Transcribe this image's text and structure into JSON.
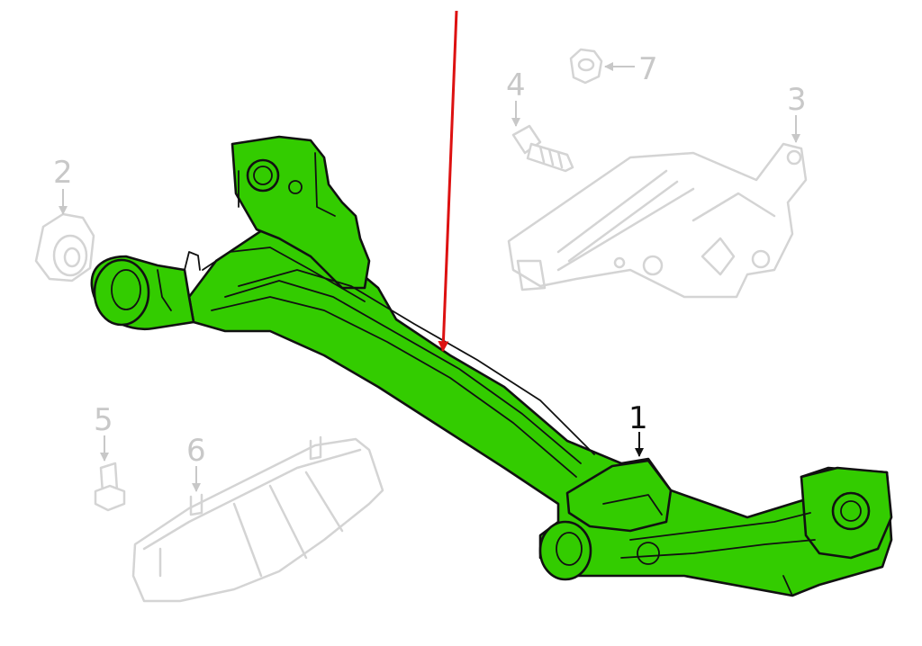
{
  "diagram": {
    "callouts": [
      {
        "id": "1",
        "label": "1"
      },
      {
        "id": "2",
        "label": "2"
      },
      {
        "id": "3",
        "label": "3"
      },
      {
        "id": "4",
        "label": "4"
      },
      {
        "id": "5",
        "label": "5"
      },
      {
        "id": "6",
        "label": "6"
      },
      {
        "id": "7",
        "label": "7"
      }
    ]
  },
  "colors": {
    "highlight_fill": "#33cc00",
    "outline": "#111111",
    "ghost_parts": "#d4d4d4",
    "pointer_arrow": "#dd1111",
    "background": "#ffffff"
  }
}
